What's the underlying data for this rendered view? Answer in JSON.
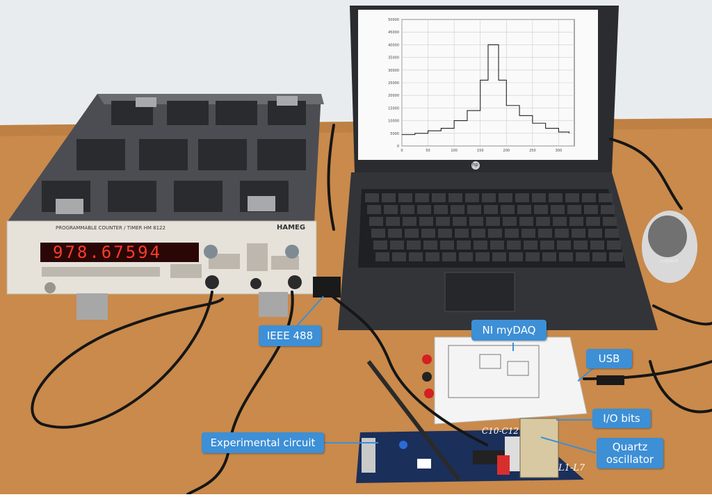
{
  "photo": {
    "counter": {
      "model_text": "PROGRAMMABLE COUNTER / TIMER HM 8122",
      "brand": "HAMEG",
      "display_value": "978.67594"
    },
    "laptop": {
      "brand_logo": "hp",
      "screen_chart": {
        "type": "line",
        "x_ticks": [
          "0",
          "50",
          "100",
          "150",
          "200",
          "250",
          "300"
        ],
        "y_ticks": [
          "0",
          "5000",
          "10000",
          "15000",
          "20000",
          "25000",
          "30000",
          "35000",
          "40000",
          "45000",
          "50000"
        ],
        "x": [
          0,
          25,
          50,
          75,
          100,
          125,
          150,
          165,
          185,
          200,
          225,
          250,
          275,
          300,
          320
        ],
        "y": [
          4500,
          5000,
          6000,
          7000,
          10000,
          14000,
          26000,
          40000,
          26000,
          16000,
          12000,
          9000,
          7000,
          5500,
          5000
        ],
        "xlim": [
          0,
          330
        ],
        "ylim": [
          0,
          50000
        ],
        "grid": true
      }
    },
    "mouse_brand": "Logitech"
  },
  "callouts": {
    "ieee": "IEEE 488",
    "daq": "NI myDAQ",
    "usb": "USB",
    "io": "I/O bits",
    "circuit": "Experimental circuit",
    "quartz": "Quartz oscillator"
  },
  "labels": {
    "caps": "C10-C12",
    "inductors": "L1-L7"
  },
  "colors": {
    "callout_fill": "#3d8fd6",
    "table_wood": "#c98a4b",
    "wall": "#e9ecef"
  }
}
